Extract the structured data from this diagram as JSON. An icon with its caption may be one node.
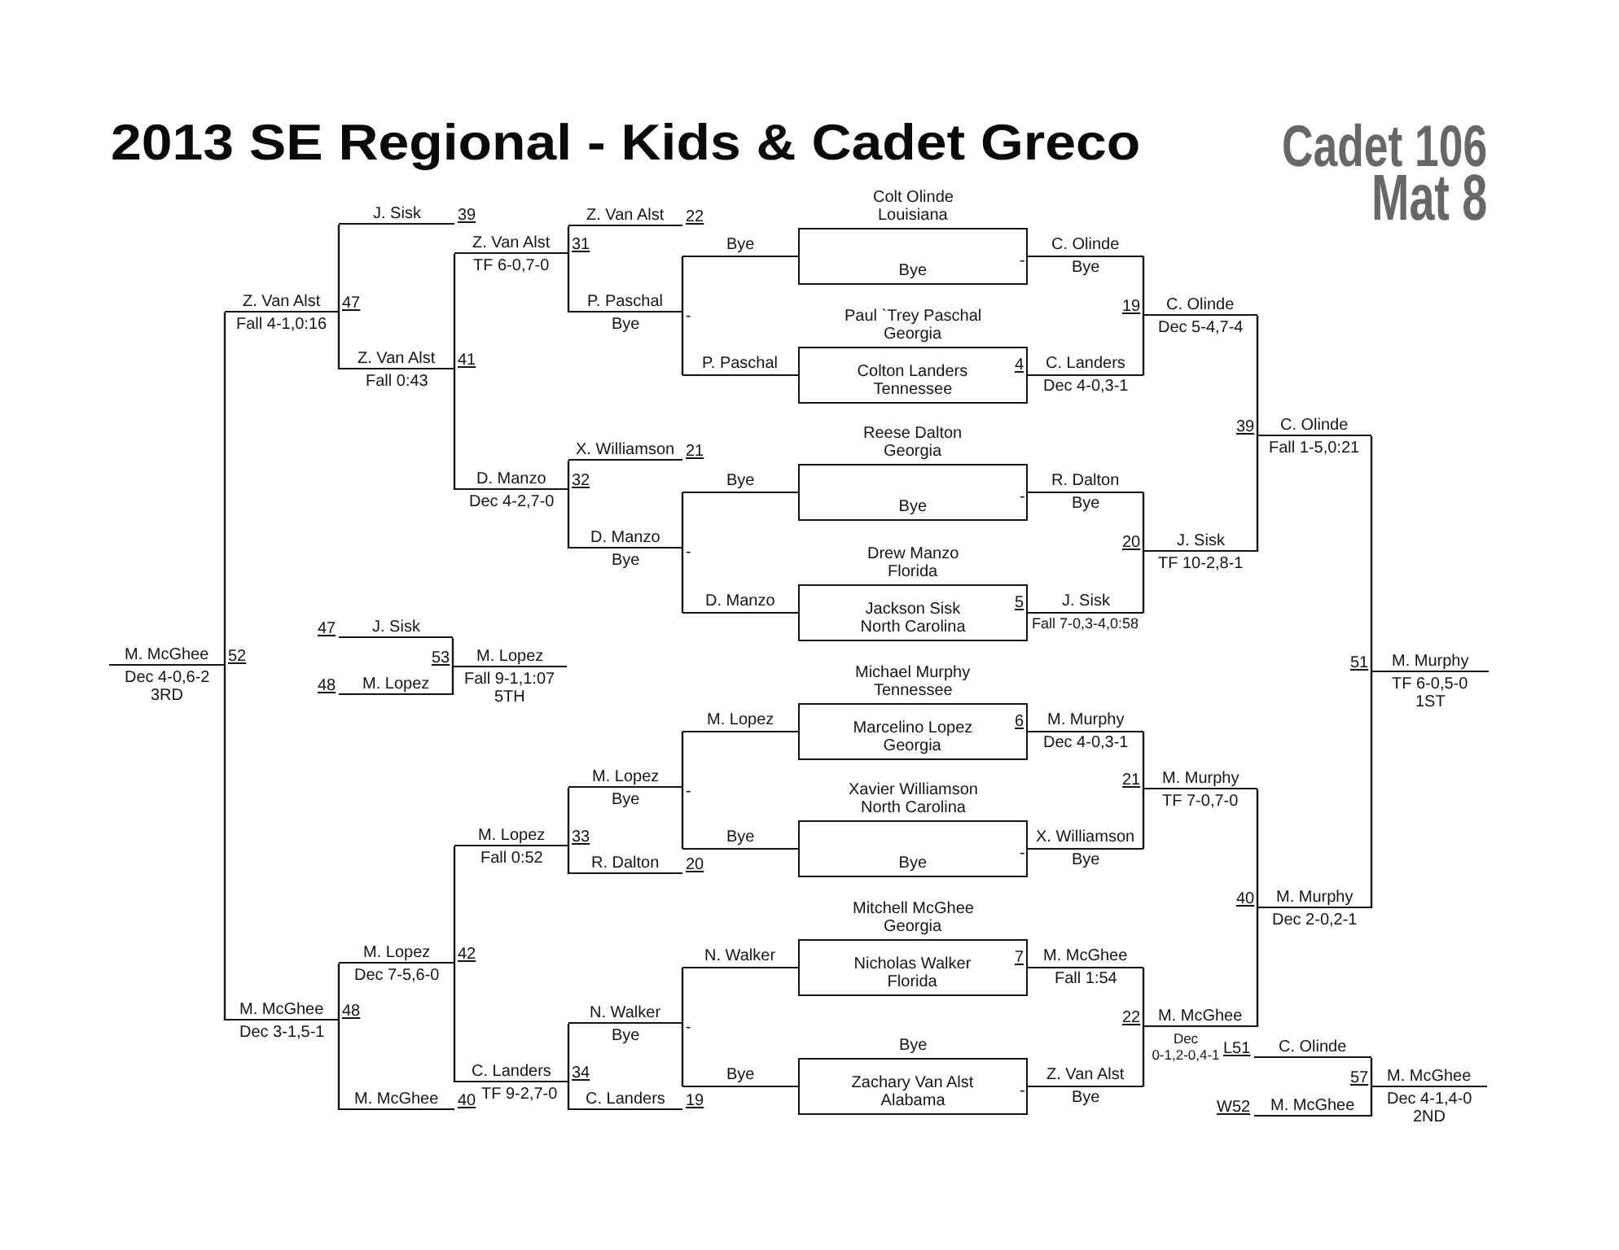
{
  "diagram": {
    "title": "2013 SE Regional - Kids & Cadet Greco",
    "nodes": [
      {
        "text": [
          "Colt Olinde",
          "Louisiana",
          "Bye"
        ]
      },
      {
        "text": [
          "Paul `Trey Paschal",
          "Georgia",
          "Colton Landers",
          "Tennessee"
        ]
      },
      {
        "text": [
          "Reese Dalton",
          "Georgia",
          "Bye"
        ]
      },
      {
        "text": [
          "Drew Manzo",
          "Florida",
          "Jackson Sisk",
          "North Carolina"
        ]
      },
      {
        "text": [
          "Michael Murphy",
          "Tennessee",
          "Marcelino Lopez",
          "Georgia"
        ]
      },
      {
        "text": [
          "Xavier Williamson",
          "North Carolina",
          "Bye"
        ]
      },
      {
        "text": [
          "Mitchell McGhee",
          "Georgia",
          "Nicholas Walker",
          "Florida"
        ]
      },
      {
        "text": [
          "Bye",
          "Zachary Van Alst",
          "Alabama"
        ]
      },
      {
        "text": [
          "C. Olinde",
          "Bye"
        ],
        "beside": [
          "-"
        ]
      },
      {
        "text": [
          "C. Landers",
          "Dec 4-0,3-1"
        ],
        "beside": [
          "4"
        ]
      },
      {
        "text": [
          "R. Dalton",
          "Bye"
        ],
        "beside": [
          "-"
        ]
      },
      {
        "text": [
          "J. Sisk",
          "Fall 7-0,3-4,0:58"
        ],
        "beside": [
          "5"
        ]
      },
      {
        "text": [
          "M. Murphy",
          "Dec 4-0,3-1"
        ],
        "beside": [
          "6"
        ]
      },
      {
        "text": [
          "X. Williamson",
          "Bye"
        ],
        "beside": [
          "-"
        ]
      },
      {
        "text": [
          "M. McGhee",
          "Fall 1:54"
        ],
        "beside": [
          "7"
        ]
      },
      {
        "text": [
          "Z. Van Alst",
          "Bye"
        ],
        "beside": [
          "-"
        ]
      },
      {
        "text": [
          "C. Olinde",
          "Dec 5-4,7-4"
        ],
        "beside": [
          "19"
        ]
      },
      {
        "text": [
          "J. Sisk",
          "TF 10-2,8-1"
        ],
        "beside": [
          "20"
        ]
      },
      {
        "text": [
          "M. Murphy",
          "TF 7-0,7-0"
        ],
        "beside": [
          "21"
        ]
      },
      {
        "text": [
          "M. McGhee",
          "Dec 0-1,2-0,4-1"
        ],
        "beside": [
          "22"
        ]
      },
      {
        "text": [
          "C. Olinde",
          "Fall 1-5,0:21"
        ],
        "beside": [
          "39"
        ]
      },
      {
        "text": [
          "M. Murphy",
          "Dec 2-0,2-1"
        ],
        "beside": [
          "40"
        ]
      },
      {
        "text": [
          "M. Murphy",
          "TF 6-0,5-0",
          "1ST"
        ],
        "beside": [
          "51"
        ]
      },
      {
        "text": [
          "C. Olinde"
        ],
        "beside": [
          "L51"
        ]
      },
      {
        "text": [
          "M. McGhee"
        ],
        "beside": [
          "W52"
        ]
      },
      {
        "text": [
          "M. McGhee",
          "Dec 4-1,4-0",
          "2ND"
        ],
        "beside": [
          "57"
        ]
      },
      {
        "text": [
          "Bye"
        ]
      },
      {
        "text": [
          "P. Paschal"
        ]
      },
      {
        "text": [
          "Bye"
        ]
      },
      {
        "text": [
          "D. Manzo"
        ]
      },
      {
        "text": [
          "M. Lopez"
        ]
      },
      {
        "text": [
          "Bye"
        ]
      },
      {
        "text": [
          "N. Walker"
        ]
      },
      {
        "text": [
          "Bye"
        ]
      },
      {
        "text": [
          "P. Paschal",
          "Bye"
        ],
        "beside": [
          "-"
        ]
      },
      {
        "text": [
          "D. Manzo",
          "Bye"
        ],
        "beside": [
          "-"
        ]
      },
      {
        "text": [
          "M. Lopez",
          "Bye"
        ],
        "beside": [
          "-"
        ]
      },
      {
        "text": [
          "N. Walker",
          "Bye"
        ],
        "beside": [
          "-"
        ]
      },
      {
        "text": [
          "Z. Van Alst"
        ],
        "beside": [
          "22"
        ]
      },
      {
        "text": [
          "X. Williamson"
        ],
        "beside": [
          "21"
        ]
      },
      {
        "text": [
          "R. Dalton"
        ],
        "beside": [
          "20"
        ]
      },
      {
        "text": [
          "C. Landers"
        ],
        "beside": [
          "19"
        ]
      },
      {
        "text": [
          "Z. Van Alst",
          "TF 6-0,7-0"
        ],
        "beside": [
          "31"
        ]
      },
      {
        "text": [
          "D. Manzo",
          "Dec 4-2,7-0"
        ],
        "beside": [
          "32"
        ]
      },
      {
        "text": [
          "M. Lopez",
          "Fall 0:52"
        ],
        "beside": [
          "33"
        ]
      },
      {
        "text": [
          "C. Landers",
          "TF 9-2,7-0"
        ],
        "beside": [
          "34"
        ]
      },
      {
        "text": [
          "Z. Van Alst",
          "Fall 0:43"
        ],
        "beside": [
          "41"
        ]
      },
      {
        "text": [
          "M. Lopez",
          "Dec 7-5,6-0"
        ],
        "beside": [
          "42"
        ]
      },
      {
        "text": [
          "J. Sisk"
        ],
        "beside": [
          "39"
        ]
      },
      {
        "text": [
          "M. McGhee"
        ],
        "beside": [
          "40"
        ]
      },
      {
        "text": [
          "Z. Van Alst",
          "Fall 4-1,0:16"
        ],
        "beside": [
          "47"
        ]
      },
      {
        "text": [
          "M. McGhee",
          "Dec 3-1,5-1"
        ],
        "beside": [
          "48"
        ]
      },
      {
        "text": [
          "M. McGhee",
          "Dec 4-0,6-2",
          "3RD"
        ],
        "beside": [
          "52"
        ]
      },
      {
        "text": [
          "J. Sisk"
        ],
        "beside": [
          "47"
        ]
      },
      {
        "text": [
          "M. Lopez"
        ],
        "beside": [
          "48"
        ]
      },
      {
        "text": [
          "M. Lopez",
          "Fall 9-1,1:07",
          "5TH"
        ],
        "beside": [
          "53"
        ]
      }
    ],
    "edges": [
      {
        "from": 8,
        "to": 16,
        "arrow": "none"
      },
      {
        "from": 9,
        "to": 16,
        "arrow": "none"
      },
      {
        "from": 10,
        "to": 17,
        "arrow": "none"
      },
      {
        "from": 11,
        "to": 17,
        "arrow": "none"
      },
      {
        "from": 12,
        "to": 18,
        "arrow": "none"
      },
      {
        "from": 13,
        "to": 18,
        "arrow": "none"
      },
      {
        "from": 14,
        "to": 19,
        "arrow": "none"
      },
      {
        "from": 15,
        "to": 19,
        "arrow": "none"
      },
      {
        "from": 16,
        "to": 20,
        "arrow": "none"
      },
      {
        "from": 17,
        "to": 20,
        "arrow": "none"
      },
      {
        "from": 18,
        "to": 21,
        "arrow": "none"
      },
      {
        "from": 19,
        "to": 21,
        "arrow": "none"
      },
      {
        "from": 20,
        "to": 22,
        "arrow": "none"
      },
      {
        "from": 21,
        "to": 22,
        "arrow": "none"
      },
      {
        "from": 23,
        "to": 25,
        "arrow": "none"
      },
      {
        "from": 24,
        "to": 25,
        "arrow": "none"
      },
      {
        "from": 26,
        "to": 34,
        "arrow": "none"
      },
      {
        "from": 27,
        "to": 34,
        "arrow": "none"
      },
      {
        "from": 28,
        "to": 35,
        "arrow": "none"
      },
      {
        "from": 29,
        "to": 35,
        "arrow": "none"
      },
      {
        "from": 30,
        "to": 36,
        "arrow": "none"
      },
      {
        "from": 31,
        "to": 36,
        "arrow": "none"
      },
      {
        "from": 32,
        "to": 37,
        "arrow": "none"
      },
      {
        "from": 33,
        "to": 37,
        "arrow": "none"
      },
      {
        "from": 38,
        "to": 42,
        "arrow": "none"
      },
      {
        "from": 34,
        "to": 42,
        "arrow": "none"
      },
      {
        "from": 39,
        "to": 43,
        "arrow": "none"
      },
      {
        "from": 35,
        "to": 43,
        "arrow": "none"
      },
      {
        "from": 36,
        "to": 44,
        "arrow": "none"
      },
      {
        "from": 40,
        "to": 44,
        "arrow": "none"
      },
      {
        "from": 37,
        "to": 45,
        "arrow": "none"
      },
      {
        "from": 41,
        "to": 45,
        "arrow": "none"
      },
      {
        "from": 42,
        "to": 46,
        "arrow": "none"
      },
      {
        "from": 43,
        "to": 46,
        "arrow": "none"
      },
      {
        "from": 44,
        "to": 47,
        "arrow": "none"
      },
      {
        "from": 45,
        "to": 47,
        "arrow": "none"
      },
      {
        "from": 48,
        "to": 50,
        "arrow": "none"
      },
      {
        "from": 46,
        "to": 50,
        "arrow": "none"
      },
      {
        "from": 47,
        "to": 51,
        "arrow": "none"
      },
      {
        "from": 49,
        "to": 51,
        "arrow": "none"
      },
      {
        "from": 50,
        "to": 52,
        "arrow": "none"
      },
      {
        "from": 51,
        "to": 52,
        "arrow": "none"
      },
      {
        "from": 53,
        "to": 55,
        "arrow": "none"
      },
      {
        "from": 54,
        "to": 55,
        "arrow": "none"
      }
    ],
    "labels": [
      "Cadet 106",
      "Mat 8"
    ]
  }
}
